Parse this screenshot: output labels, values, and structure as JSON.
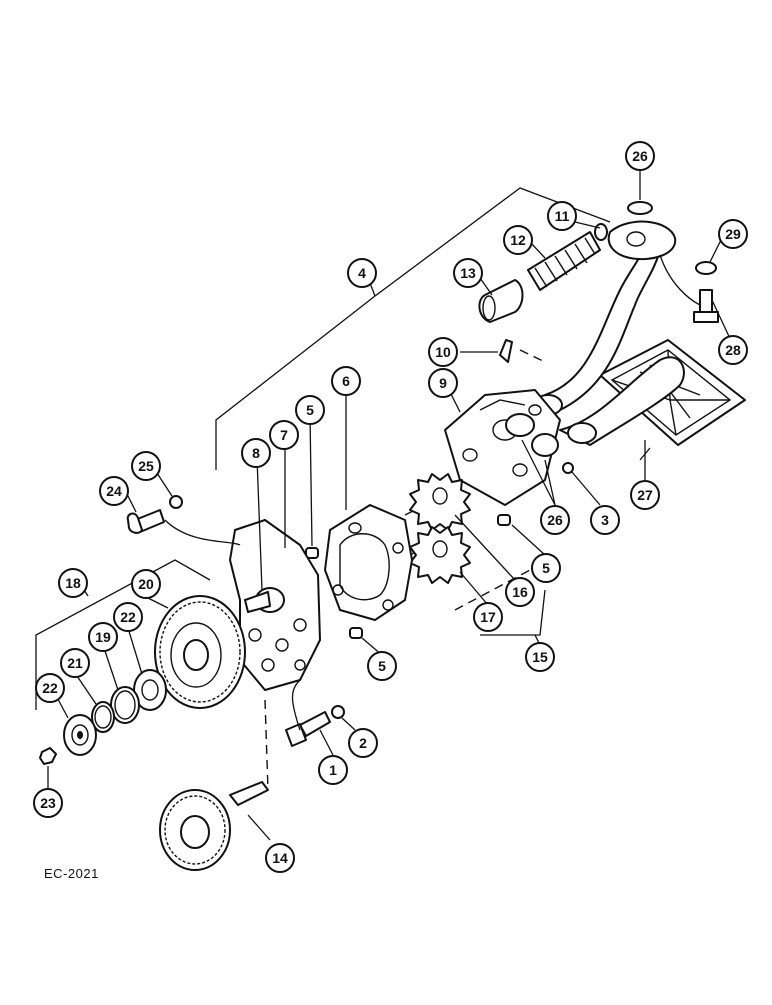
{
  "figure_code": "EC-2021",
  "callouts": [
    "26",
    "11",
    "29",
    "4",
    "12",
    "13",
    "28",
    "10",
    "9",
    "6",
    "5",
    "7",
    "8",
    "25",
    "24",
    "27",
    "26",
    "3",
    "5",
    "16",
    "18",
    "20",
    "22",
    "21",
    "19",
    "17",
    "15",
    "5",
    "2",
    "22",
    "1",
    "23",
    "14"
  ]
}
